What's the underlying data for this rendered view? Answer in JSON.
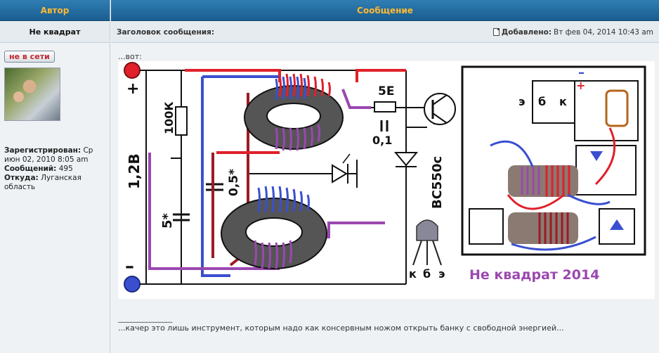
{
  "header": {
    "author_col": "Автор",
    "message_col": "Сообщение"
  },
  "post": {
    "author": "Не квадрат",
    "subject_label": "Заголовок сообщения:",
    "posted_label": "Добавлено:",
    "posted_date": "Вт фев 04, 2014 10:43 am",
    "text": "...вот:",
    "signature_line": "_________________",
    "signature": "...качер это лишь инструмент, которым надо как консервным ножом открыть банку с свободной энергией..."
  },
  "profile": {
    "status": "не в сети",
    "registered_label": "Зарегистрирован:",
    "registered_value": "Ср июн 02, 2010 8:05 am",
    "posts_label": "Сообщений:",
    "posts_value": "495",
    "from_label": "Откуда:",
    "from_value": "Луганская область"
  },
  "schematic": {
    "plus": "+",
    "minus": "–",
    "voltage": "1,2В",
    "r1": "100К",
    "c1": "5*",
    "c2": "0,5*",
    "r2": "5Е",
    "c3": "0,1",
    "transistor": "BC550c",
    "pins": [
      "к",
      "б",
      "э"
    ],
    "board_pins": [
      "э",
      "б",
      "к"
    ],
    "board_plus": "+",
    "board_minus": "–",
    "author_tag": "Не квадрат 2014"
  },
  "colors": {
    "header_bg": "#1a5d8f",
    "header_text": "#ffb833",
    "wire_red": "#e0202a",
    "wire_blue": "#3a4fd0",
    "wire_purple": "#9b48b0",
    "wire_dark_red": "#9c1b25"
  }
}
